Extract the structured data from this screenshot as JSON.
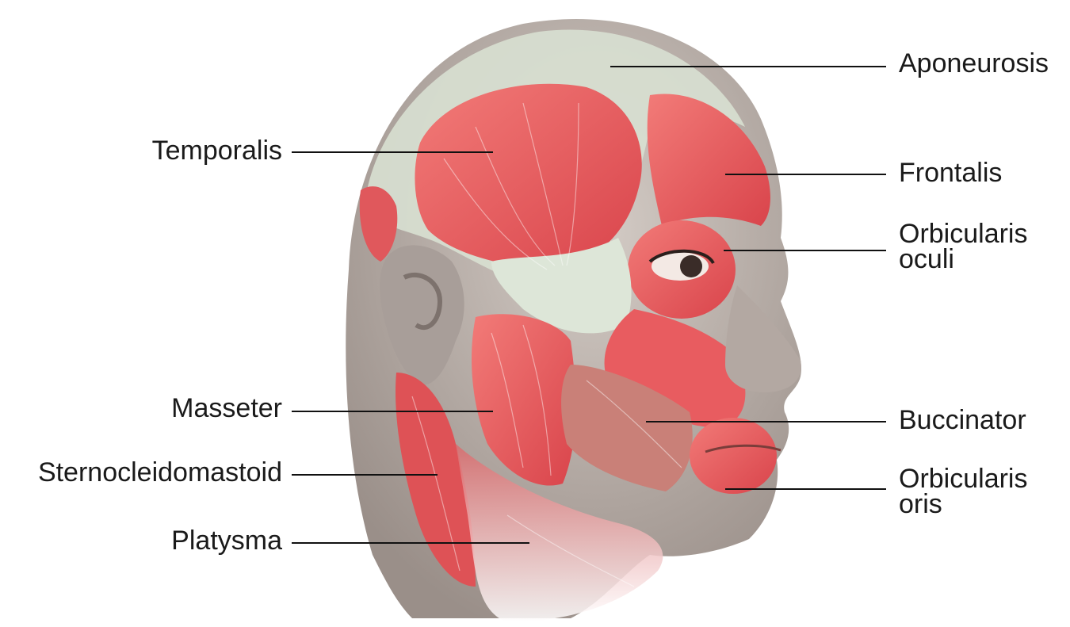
{
  "labels": {
    "aponeurosis": "Aponeurosis",
    "temporalis": "Temporalis",
    "frontalis": "Frontalis",
    "orbicularis_oculi": [
      "Orbicularis",
      "oculi"
    ],
    "masseter": "Masseter",
    "buccinator": "Buccinator",
    "sternocleidomastoid": "Sternocleidomastoid",
    "orbicularis_oris": [
      "Orbicularis",
      "oris"
    ],
    "platysma": "Platysma"
  },
  "colors": {
    "muscle": "#e5545a",
    "muscle_light": "#f08a86",
    "tendon": "#dde6d8",
    "skin": "#b8aea8",
    "leader_line": "#111111"
  }
}
